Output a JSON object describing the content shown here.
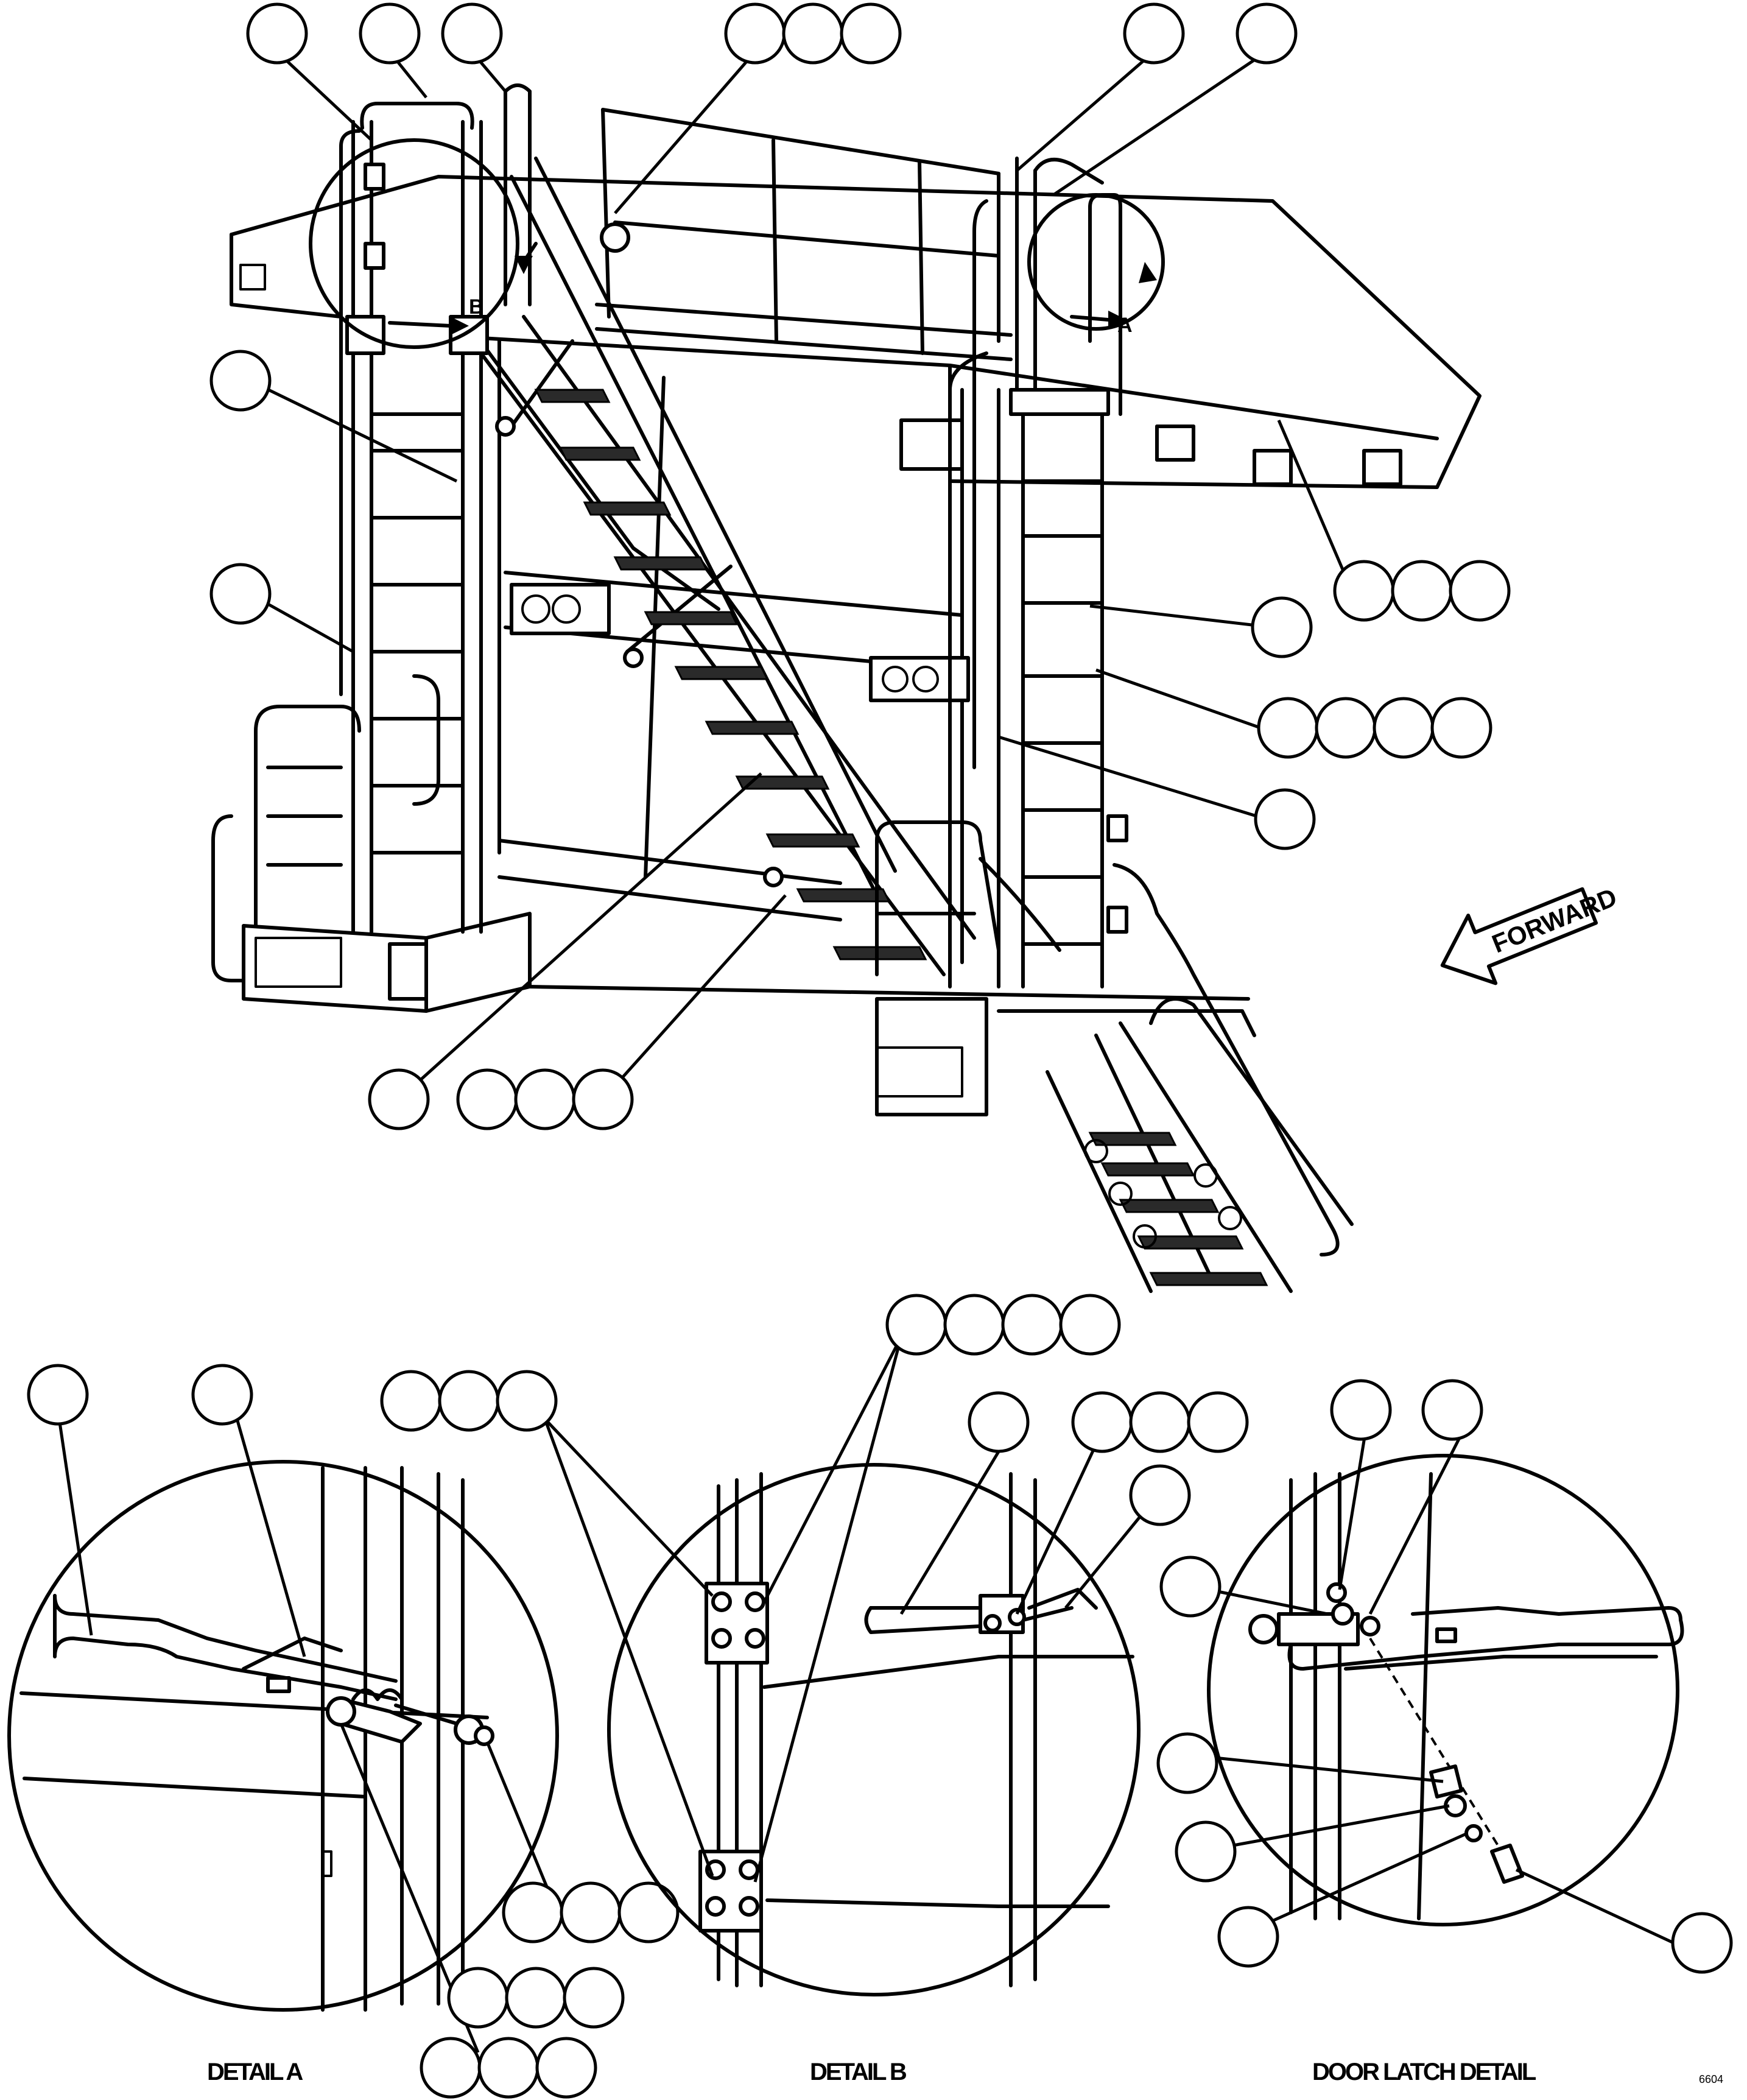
{
  "labels": {
    "forward_arrow": "FORWARD",
    "view_a": "A",
    "view_b": "B",
    "detail_a": "DETAIL A",
    "detail_b": "DETAIL B",
    "door_latch_detail": "DOOR LATCH DETAIL",
    "figure_id": "6604"
  },
  "style": {
    "line_color": "#000000",
    "background": "#ffffff",
    "tread_fill": "#2a2a2a"
  }
}
